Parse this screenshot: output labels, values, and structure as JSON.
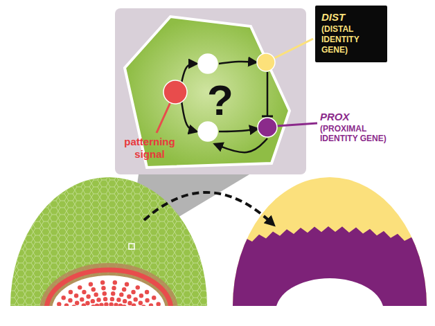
{
  "diagram": {
    "nodes": [
      {
        "text": [
          "?"
        ]
      },
      {
        "text": [
          "DIST",
          "(DISTAL IDENTITY GENE)"
        ]
      }
    ],
    "labels": [
      "patterning signal",
      "PROX",
      "(PROXIMAL IDENTITY GENE)"
    ]
  }
}
